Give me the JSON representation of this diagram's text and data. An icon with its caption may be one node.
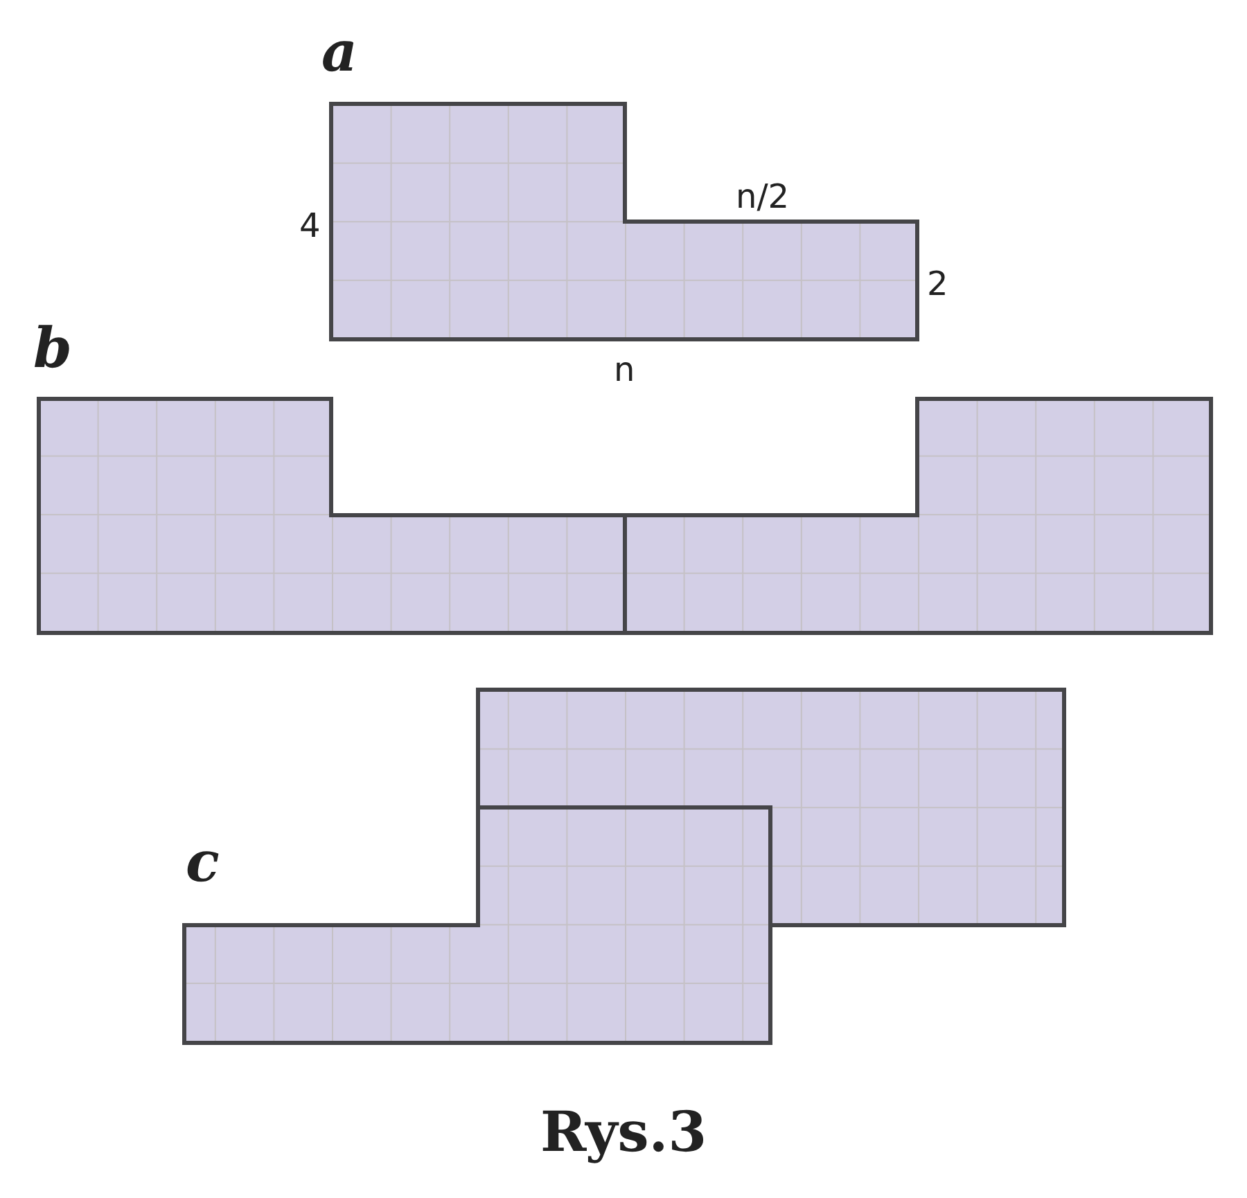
{
  "diagram": {
    "caption": "Rys.3",
    "labels": [
      "a",
      "4",
      "n/2",
      "2",
      "n",
      "b",
      "c"
    ]
  }
}
